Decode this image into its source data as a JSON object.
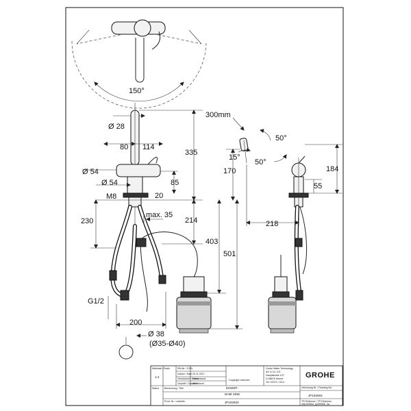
{
  "drawing": {
    "swivel_angle": "150°",
    "dims": {
      "d28": "Ø 28",
      "w80": "80",
      "w114": "114",
      "h335": "335",
      "d54a": "Ø 54",
      "d54b": "Ø 54",
      "h85": "85",
      "m8": "M8",
      "h20": "20",
      "max35": "max. 35",
      "h230": "230",
      "h214": "214",
      "h403": "403",
      "h501": "501",
      "g12": "G1/2",
      "w200": "200",
      "d38": "Ø 38",
      "d35_40": "(Ø35-Ø40)",
      "r300": "300mm",
      "a50a": "50°",
      "a15": "15°",
      "a50b": "50°",
      "h170": "170",
      "h184": "184",
      "h55": "55",
      "w218": "218"
    }
  },
  "title_block": {
    "scale_label": "Maßstab / Scale",
    "scale_value": "1:4",
    "rm_label": "RM-Nr. / ECN",
    "date_label": "Datum / Date",
    "date_value": "20.11.2017",
    "drawn_label": "Gezeichnet / Drawn",
    "drawn_value": "Mühlenbeck",
    "checked_label": "Geprüft / Checked",
    "checked_value": "Windhövel",
    "copyright": "Copyright reserved",
    "company_lines": [
      "Grohe Water Technology",
      "AG & Co. KG",
      "Hauptstraße 137",
      "D-58675 Hemer",
      "Tel: 02372 / 93-0"
    ],
    "logo": "GROHE",
    "drawing_no_label": "Zeichnung Nr. / Drawing No.",
    "drawing_no": "JP192604",
    "status_label": "Status",
    "title_label": "Benennung / Title",
    "title_line1": "EHMSP-",
    "title_line2": "DHM SINK",
    "prod_label": "Prod. Nr. / variants",
    "prod_value": "JP192604",
    "revision_label": "TR-Referenz / TP-Referenz",
    "revision_value": "mtp192604_jp299306_3a"
  }
}
